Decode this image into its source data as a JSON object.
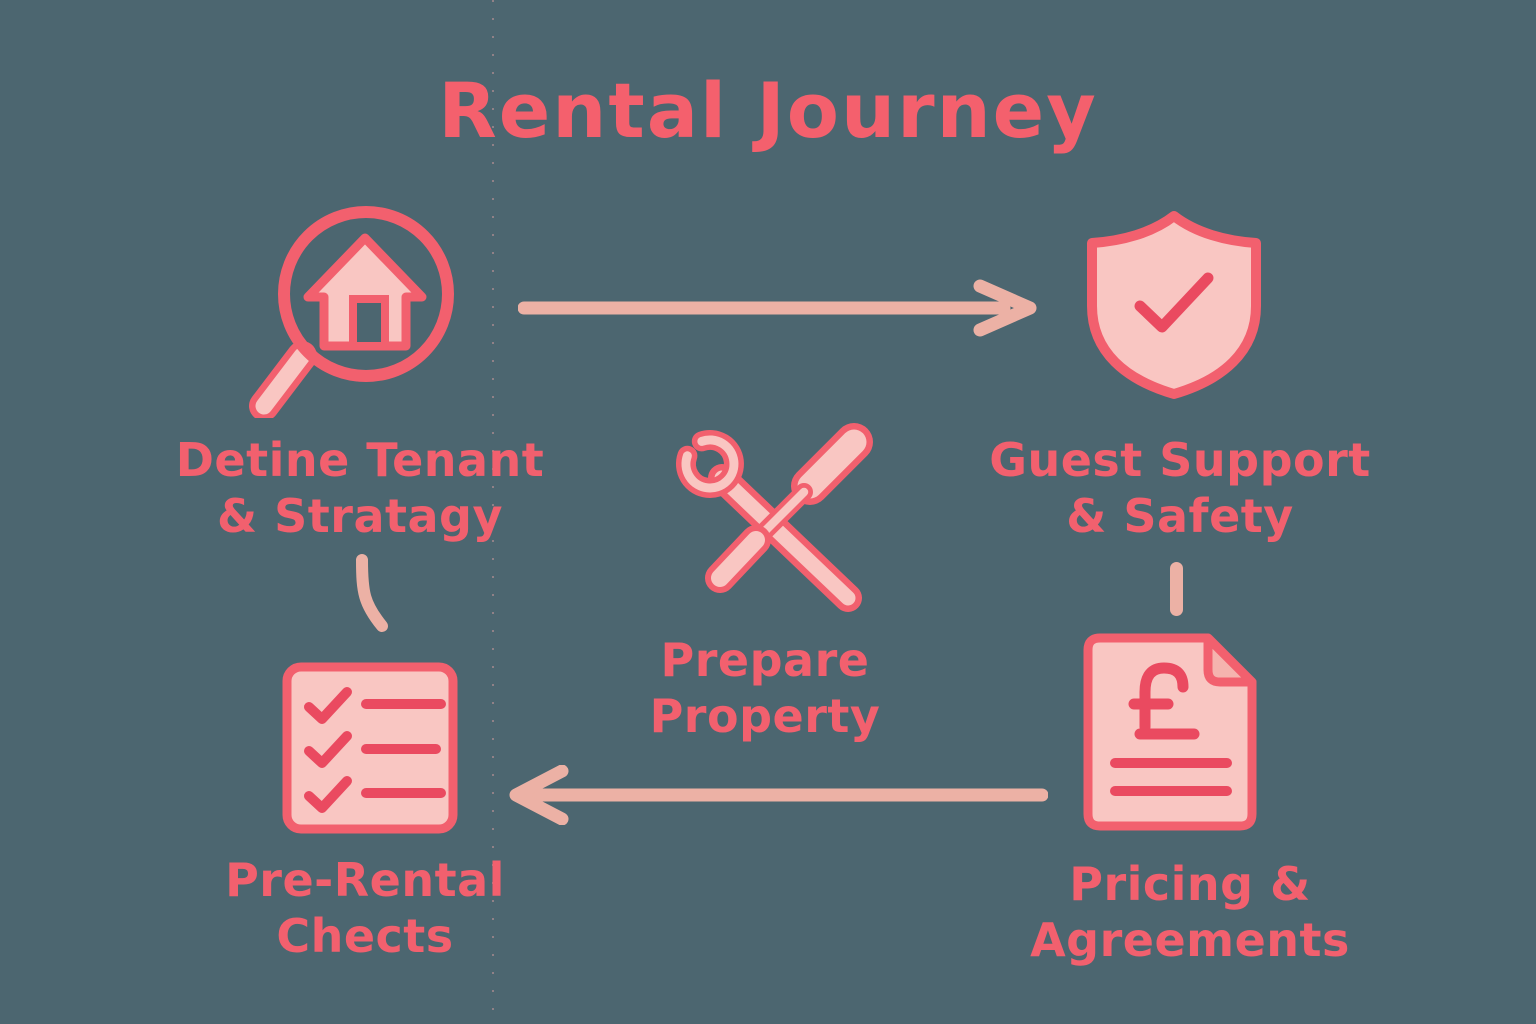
{
  "title": "Rental Journey",
  "colors": {
    "background": "#4c6670",
    "coral_text": "#f2606e",
    "title_coral": "#f4606d",
    "icon_outline": "#f2606e",
    "icon_fill_light_pink": "#f9c6c2",
    "fold_pink": "#f5b3ae",
    "inner_stroke_deep_pink": "#ea4a60",
    "arrow_salmon": "#ecb1a5"
  },
  "nodes": {
    "define_tenant": {
      "icon": "house-search-icon",
      "line1": "Detine Tenant",
      "line2": "& Stratagy"
    },
    "guest_support": {
      "icon": "shield-check-icon",
      "line1": "Guest Support",
      "line2": "& Safety"
    },
    "prepare_property": {
      "icon": "tools-icon",
      "line1": "Prepare",
      "line2": "Property"
    },
    "pre_rental": {
      "icon": "checklist-icon",
      "line1": "Pre-Rental",
      "line2": "Chects"
    },
    "pricing": {
      "icon": "pound-document-icon",
      "line1": "Pricing &",
      "line2": "Agreements"
    }
  },
  "flow": [
    {
      "from": "define_tenant",
      "to": "guest_support",
      "style": "long-right-arrow"
    },
    {
      "from": "guest_support",
      "to": "pricing",
      "style": "short-down-stub"
    },
    {
      "from": "pricing",
      "to": "pre_rental",
      "style": "long-left-arrow"
    },
    {
      "from": "define_tenant",
      "to": "pre_rental",
      "style": "short-curved-connector"
    }
  ]
}
